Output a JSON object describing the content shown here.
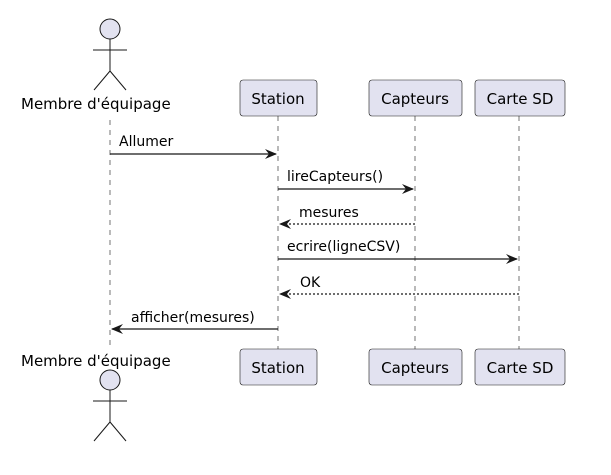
{
  "participants": {
    "crew": "Membre d'équipage",
    "station": "Station",
    "capteurs": "Capteurs",
    "carte_sd": "Carte SD"
  },
  "messages": [
    {
      "label": "Allumer",
      "from": "crew",
      "to": "station",
      "style": "solid"
    },
    {
      "label": "lireCapteurs()",
      "from": "station",
      "to": "capteurs",
      "style": "solid"
    },
    {
      "label": "mesures",
      "from": "capteurs",
      "to": "station",
      "style": "dashed"
    },
    {
      "label": "ecrire(ligneCSV)",
      "from": "station",
      "to": "carte_sd",
      "style": "solid"
    },
    {
      "label": "OK",
      "from": "carte_sd",
      "to": "station",
      "style": "dashed"
    },
    {
      "label": "afficher(mesures)",
      "from": "station",
      "to": "crew",
      "style": "solid"
    }
  ],
  "colors": {
    "participant_fill": "#e2e2f0",
    "stroke": "#181818"
  }
}
